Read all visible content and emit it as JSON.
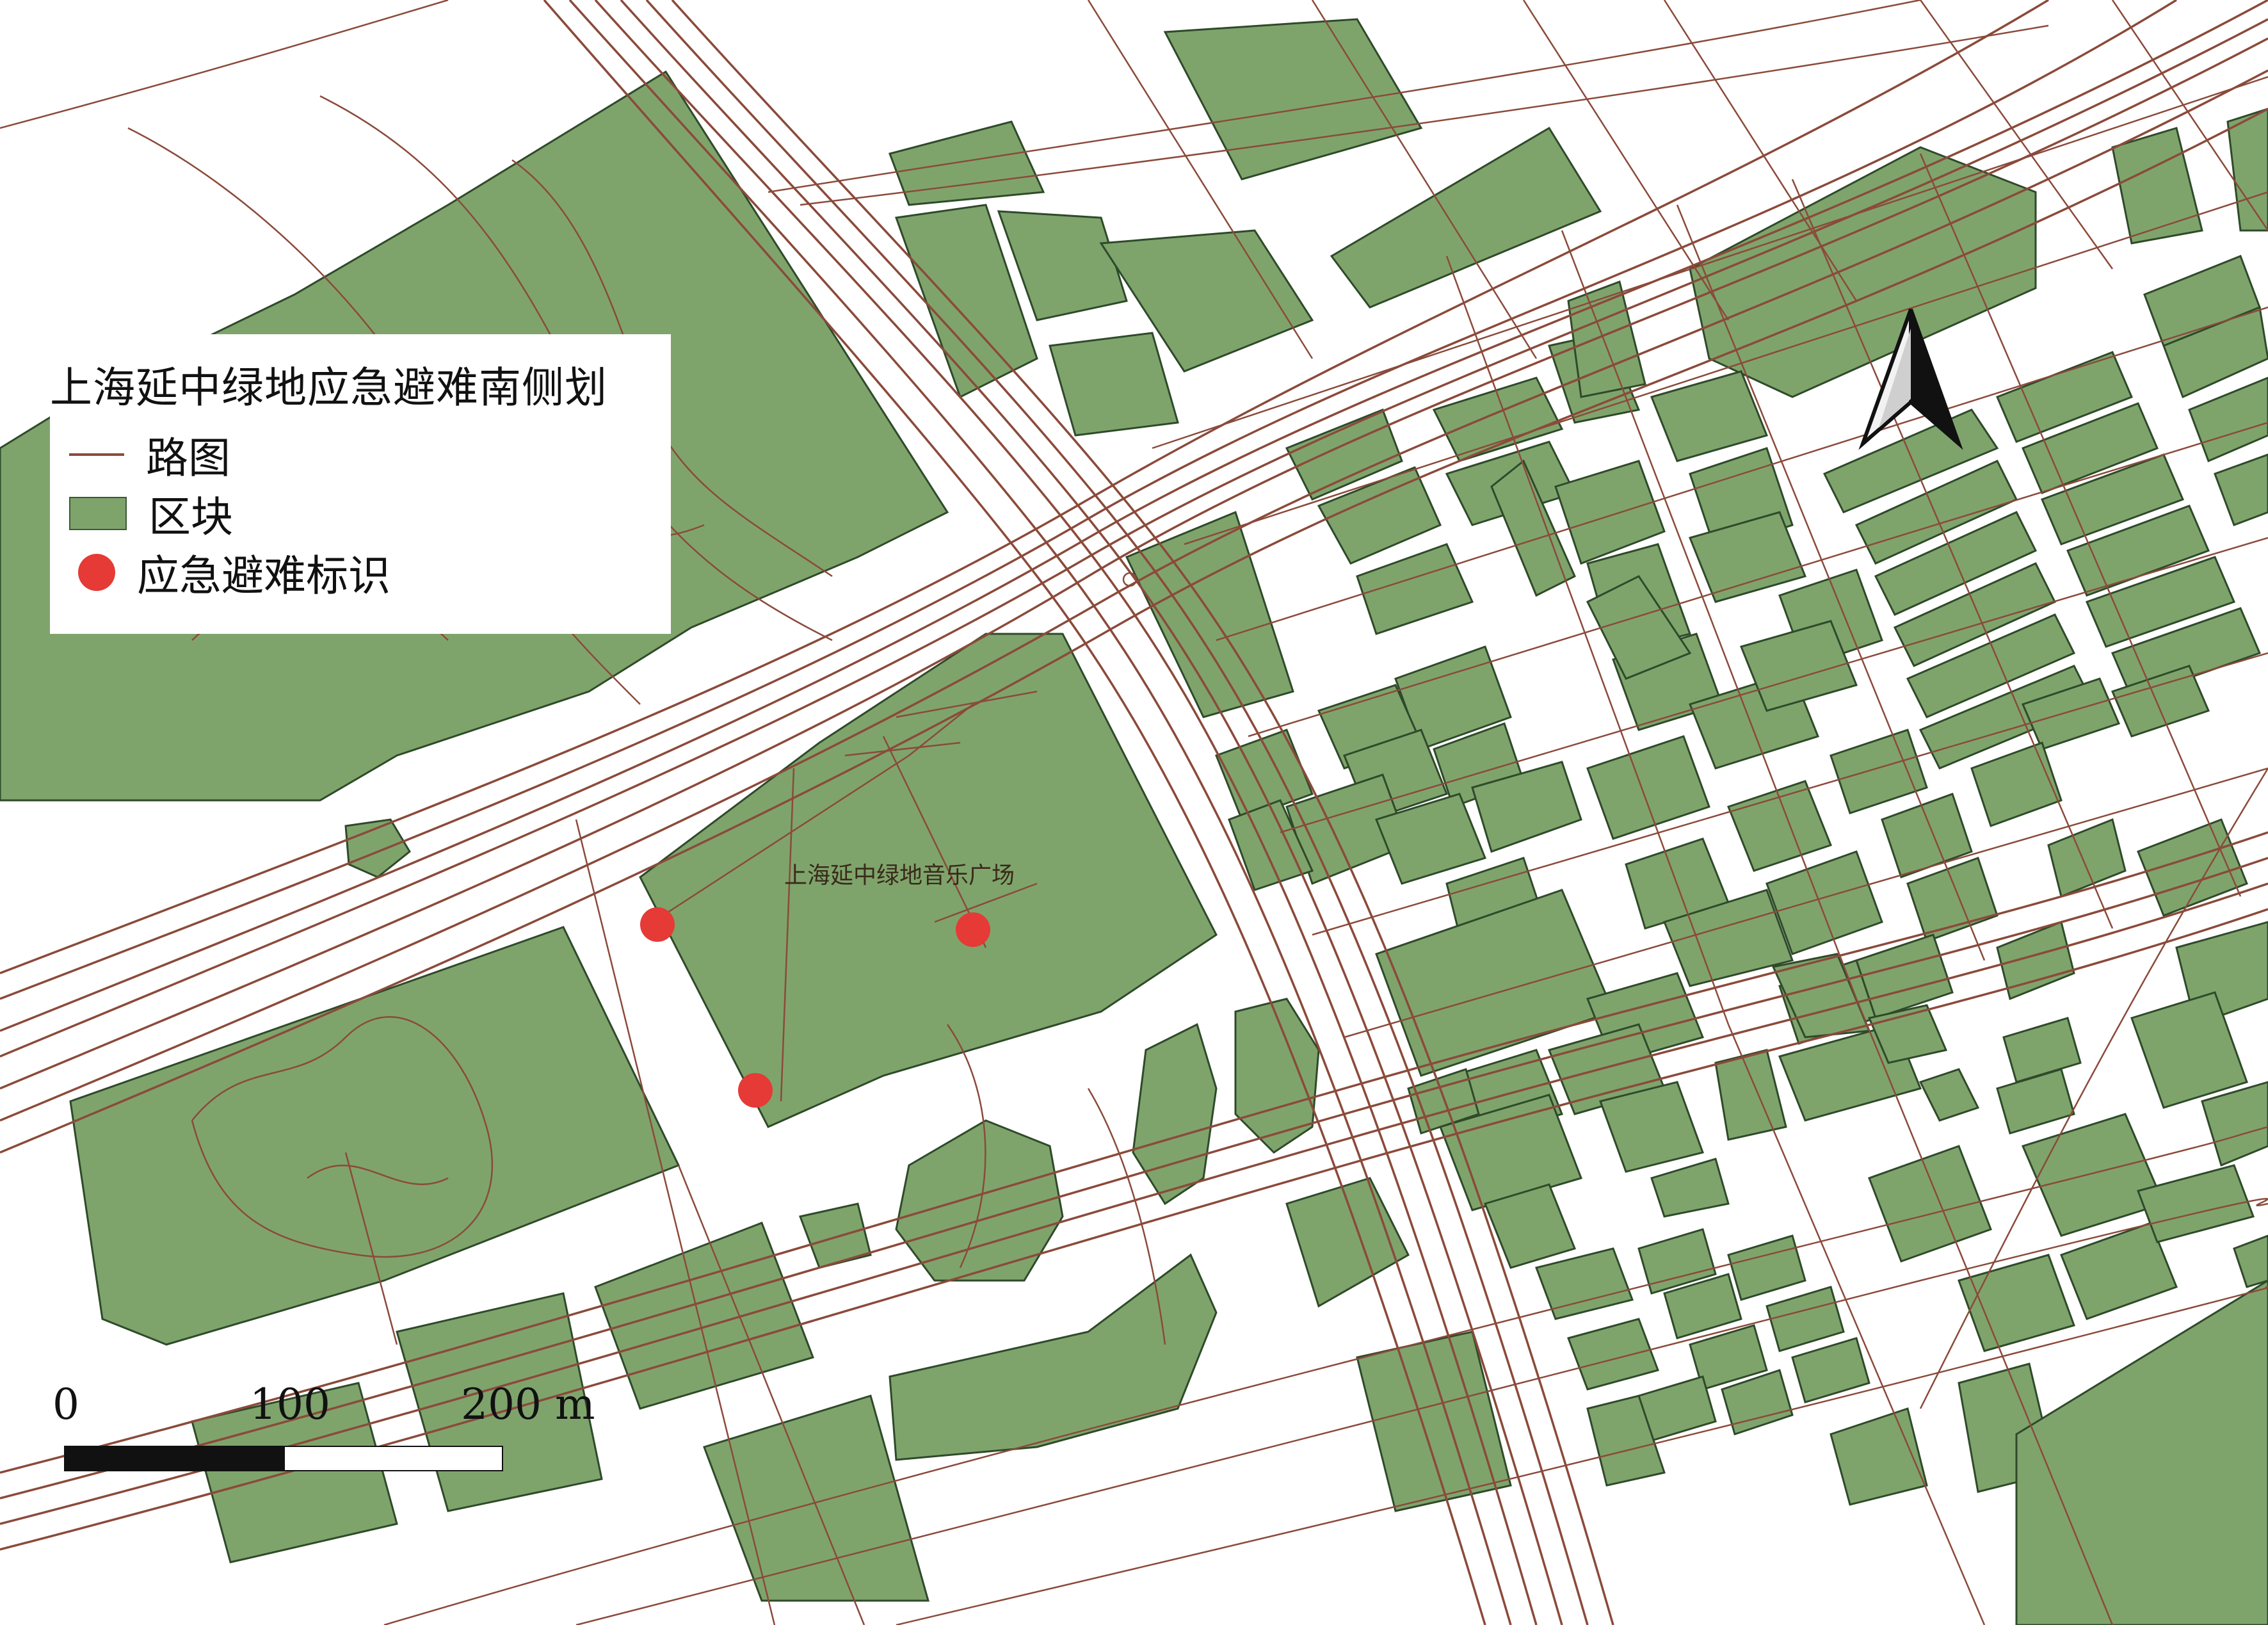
{
  "legend": {
    "title": "上海延中绿地应急避难南侧划",
    "items": [
      {
        "label": "路图",
        "symbol": "road-line"
      },
      {
        "label": "区块",
        "symbol": "green-block"
      },
      {
        "label": "应急避难标识",
        "symbol": "red-dot"
      }
    ]
  },
  "map": {
    "place_label": "上海延中绿地音乐广场",
    "emergency_markers_count": 3
  },
  "scale": {
    "labels": [
      "0",
      "100",
      "200 m"
    ]
  },
  "north_arrow": {
    "icon": "north-arrow-icon"
  },
  "colors": {
    "block_fill": "#7ea46c",
    "block_stroke": "#2f4a2a",
    "road": "#8b4a3a",
    "marker": "#e53a35",
    "background": "#ffffff"
  }
}
